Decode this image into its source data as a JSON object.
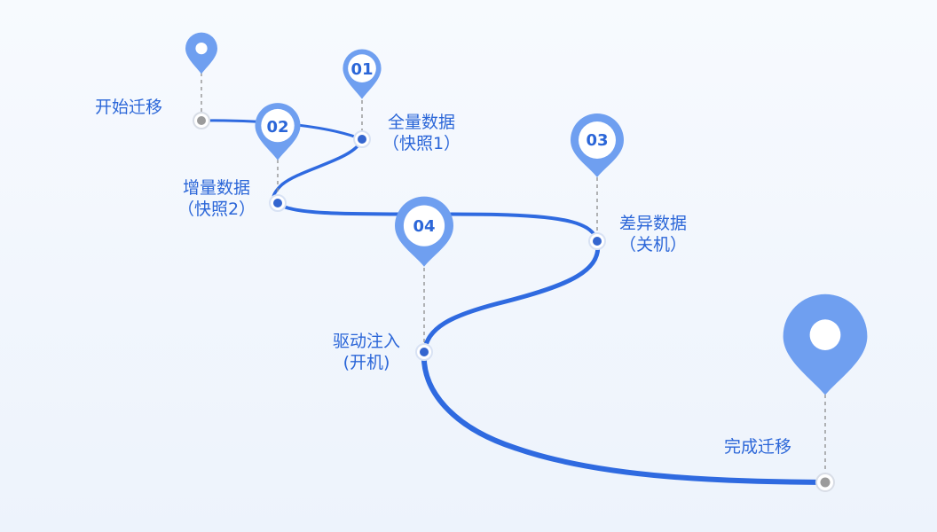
{
  "steps": {
    "start": {
      "label": "开始迁移"
    },
    "s01": {
      "num": "01",
      "label": "全量数据",
      "sub": "（快照1）"
    },
    "s02": {
      "num": "02",
      "label": "增量数据",
      "sub": "（快照2）"
    },
    "s03": {
      "num": "03",
      "label": "差异数据",
      "sub": "（关机）"
    },
    "s04": {
      "num": "04",
      "label": "驱动注入",
      "sub": "(开机)"
    },
    "finish": {
      "label": "完成迁移"
    }
  },
  "colors": {
    "path": "#2f6ae0",
    "pin": "#6f9ff0",
    "label": "#2b66d8",
    "node_dot_active": "#3566cf",
    "node_dot_end": "#9b9b9b",
    "leader": "#8c8c8c"
  }
}
